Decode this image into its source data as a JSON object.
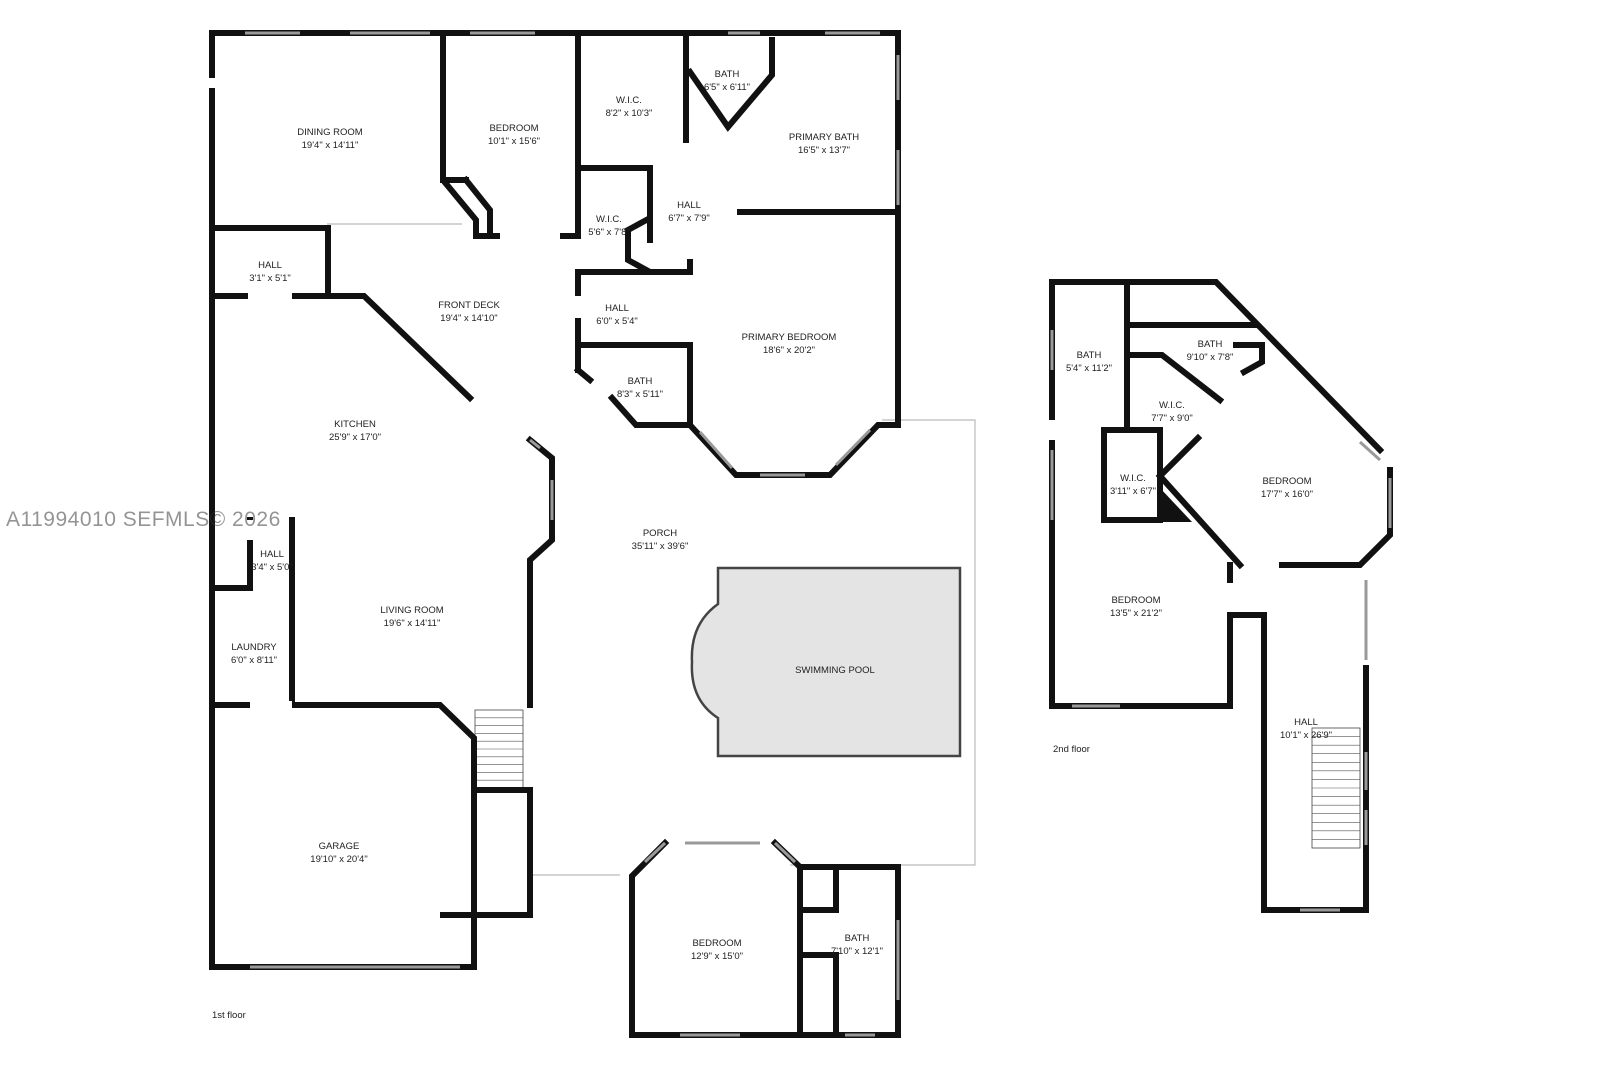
{
  "watermark": "A11994010  SEFMLS© 2026",
  "floors": [
    {
      "label": "1st floor",
      "rooms": [
        {
          "name": "DINING ROOM",
          "dims": "19'4\" x 14'11\""
        },
        {
          "name": "BEDROOM",
          "dims": "10'1\" x 15'6\""
        },
        {
          "name": "W.I.C.",
          "dims": "8'2\" x 10'3\""
        },
        {
          "name": "BATH",
          "dims": "6'5\" x 6'11\""
        },
        {
          "name": "PRIMARY BATH",
          "dims": "16'5\" x 13'7\""
        },
        {
          "name": "HALL",
          "dims": "6'7\" x 7'9\""
        },
        {
          "name": "W.I.C.",
          "dims": "5'6\" x 7'8\""
        },
        {
          "name": "HALL",
          "dims": "3'1\" x 5'1\""
        },
        {
          "name": "FRONT DECK",
          "dims": "19'4\" x 14'10\""
        },
        {
          "name": "HALL",
          "dims": "6'0\" x 5'4\""
        },
        {
          "name": "PRIMARY BEDROOM",
          "dims": "18'6\" x 20'2\""
        },
        {
          "name": "BATH",
          "dims": "8'3\" x 5'11\""
        },
        {
          "name": "KITCHEN",
          "dims": "25'9\" x 17'0\""
        },
        {
          "name": "PORCH",
          "dims": "35'11\" x 39'6\""
        },
        {
          "name": "HALL",
          "dims": "3'4\" x 5'0\""
        },
        {
          "name": "LIVING ROOM",
          "dims": "19'6\" x 14'11\""
        },
        {
          "name": "SWIMMING POOL",
          "dims": ""
        },
        {
          "name": "LAUNDRY",
          "dims": "6'0\" x 8'11\""
        },
        {
          "name": "GARAGE",
          "dims": "19'10\" x 20'4\""
        },
        {
          "name": "BEDROOM",
          "dims": "12'9\" x 15'0\""
        },
        {
          "name": "BATH",
          "dims": "7'10\" x 12'1\""
        }
      ]
    },
    {
      "label": "2nd floor",
      "rooms": [
        {
          "name": "BATH",
          "dims": "5'4\" x 11'2\""
        },
        {
          "name": "BATH",
          "dims": "9'10\" x 7'8\""
        },
        {
          "name": "W.I.C.",
          "dims": "7'7\" x 9'0\""
        },
        {
          "name": "W.I.C.",
          "dims": "3'11\" x 6'7\""
        },
        {
          "name": "BEDROOM",
          "dims": "17'7\" x 16'0\""
        },
        {
          "name": "BEDROOM",
          "dims": "13'5\" x 21'2\""
        },
        {
          "name": "HALL",
          "dims": "10'1\" x 26'9\""
        }
      ]
    }
  ],
  "colors": {
    "wall": "#111111",
    "window": "#9a9a9a",
    "pool": "#e4e4e4",
    "outline": "#bbbbbb"
  }
}
